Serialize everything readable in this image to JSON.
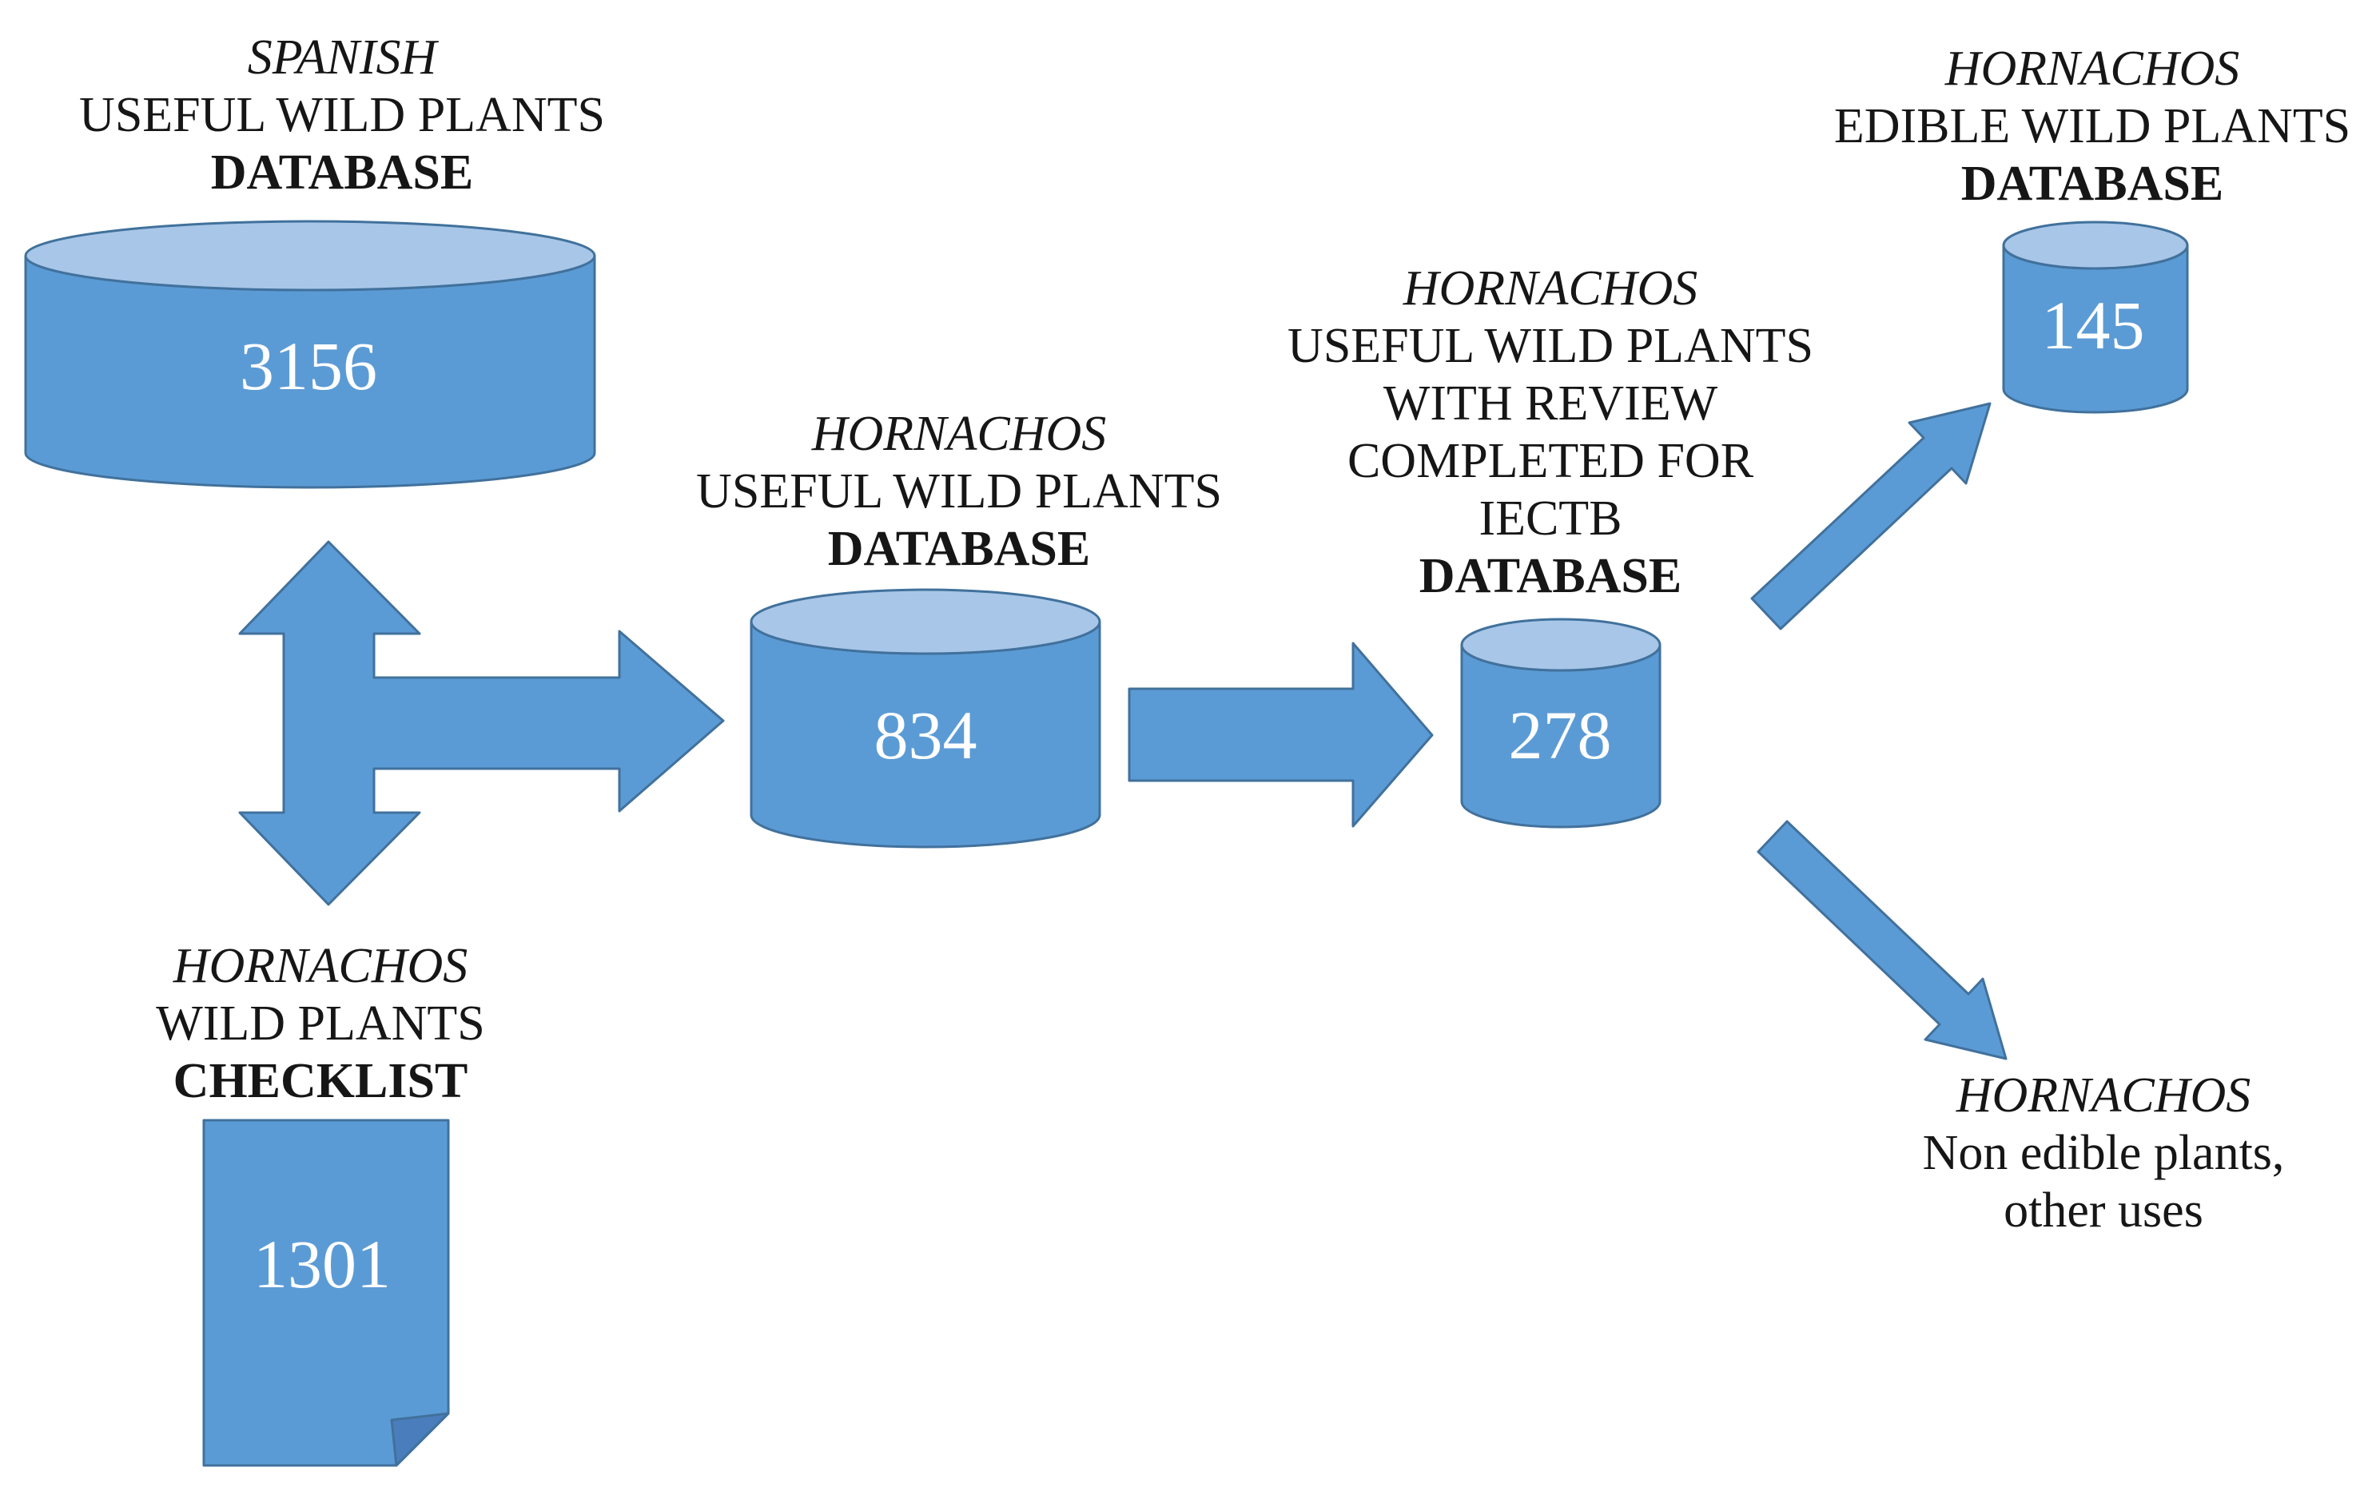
{
  "figure": {
    "background_color": "#ffffff",
    "colors": {
      "shape_fill": "#5b9bd5",
      "cylinder_top_fill": "#a8c6e8",
      "shape_stroke": "#41719c",
      "page_fold_fill": "#4a7dbb",
      "label_text": "#161616",
      "value_text": "#fefefe"
    },
    "nodes": {
      "spanish_db": {
        "shape": "cylinder",
        "title_line1": "SPANISH",
        "title_line2": "USEFUL WILD PLANTS",
        "title_line3": "DATABASE",
        "value": "3156"
      },
      "hornachos_checklist": {
        "shape": "document",
        "title_line1": "HORNACHOS",
        "title_line2": "WILD PLANTS",
        "title_line3": "CHECKLIST",
        "value": "1301"
      },
      "hornachos_db": {
        "shape": "cylinder",
        "title_line1": "HORNACHOS",
        "title_line2": "USEFUL WILD PLANTS",
        "title_line3": "DATABASE",
        "value": "834"
      },
      "iectb_db": {
        "shape": "cylinder",
        "title_line1": "HORNACHOS",
        "title_line2": "USEFUL WILD PLANTS",
        "title_line3": "WITH REVIEW",
        "title_line4": "COMPLETED FOR",
        "title_line5": "IECTB",
        "title_line6": "DATABASE",
        "value": "278"
      },
      "edible_db": {
        "shape": "cylinder",
        "title_line1": "HORNACHOS",
        "title_line2": "EDIBLE WILD PLANTS",
        "title_line3": "DATABASE",
        "value": "145"
      },
      "non_edible": {
        "shape": "text-only",
        "title_line1": "HORNACHOS",
        "title_line2": "Non edible plants,",
        "title_line3": "other uses"
      }
    },
    "edges": [
      {
        "from": "spanish_db",
        "to": "hornachos_checklist",
        "style": "double-headed-vertical-block-arrow"
      },
      {
        "from": "spanish_db",
        "to": "hornachos_db",
        "style": "block-arrow-right"
      },
      {
        "from": "hornachos_db",
        "to": "iectb_db",
        "style": "block-arrow-right"
      },
      {
        "from": "iectb_db",
        "to": "edible_db",
        "style": "thin-arrow-up-right"
      },
      {
        "from": "iectb_db",
        "to": "non_edible",
        "style": "thin-arrow-down-right"
      }
    ]
  }
}
